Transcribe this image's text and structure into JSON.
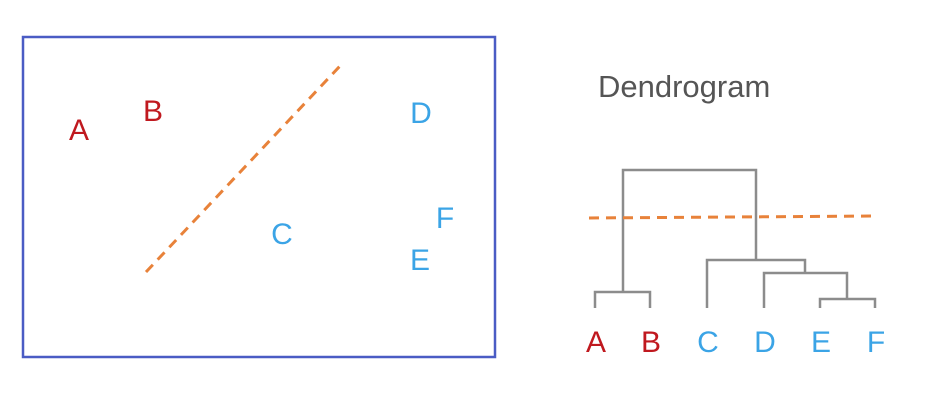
{
  "colors": {
    "cluster_1": "#c0191f",
    "cluster_2": "#3ba4e6",
    "frame": "#4a5cc4",
    "cut_line": "#e8823a",
    "tree": "#8c8c8c",
    "title": "#555555"
  },
  "scatter": {
    "points": [
      {
        "label": "A",
        "cluster": "cluster_1"
      },
      {
        "label": "B",
        "cluster": "cluster_1"
      },
      {
        "label": "C",
        "cluster": "cluster_2"
      },
      {
        "label": "D",
        "cluster": "cluster_2"
      },
      {
        "label": "E",
        "cluster": "cluster_2"
      },
      {
        "label": "F",
        "cluster": "cluster_2"
      }
    ]
  },
  "dendrogram": {
    "title": "Dendrogram",
    "leaves": [
      {
        "label": "A",
        "cluster": "cluster_1"
      },
      {
        "label": "B",
        "cluster": "cluster_1"
      },
      {
        "label": "C",
        "cluster": "cluster_2"
      },
      {
        "label": "D",
        "cluster": "cluster_2"
      },
      {
        "label": "E",
        "cluster": "cluster_2"
      },
      {
        "label": "F",
        "cluster": "cluster_2"
      }
    ]
  }
}
